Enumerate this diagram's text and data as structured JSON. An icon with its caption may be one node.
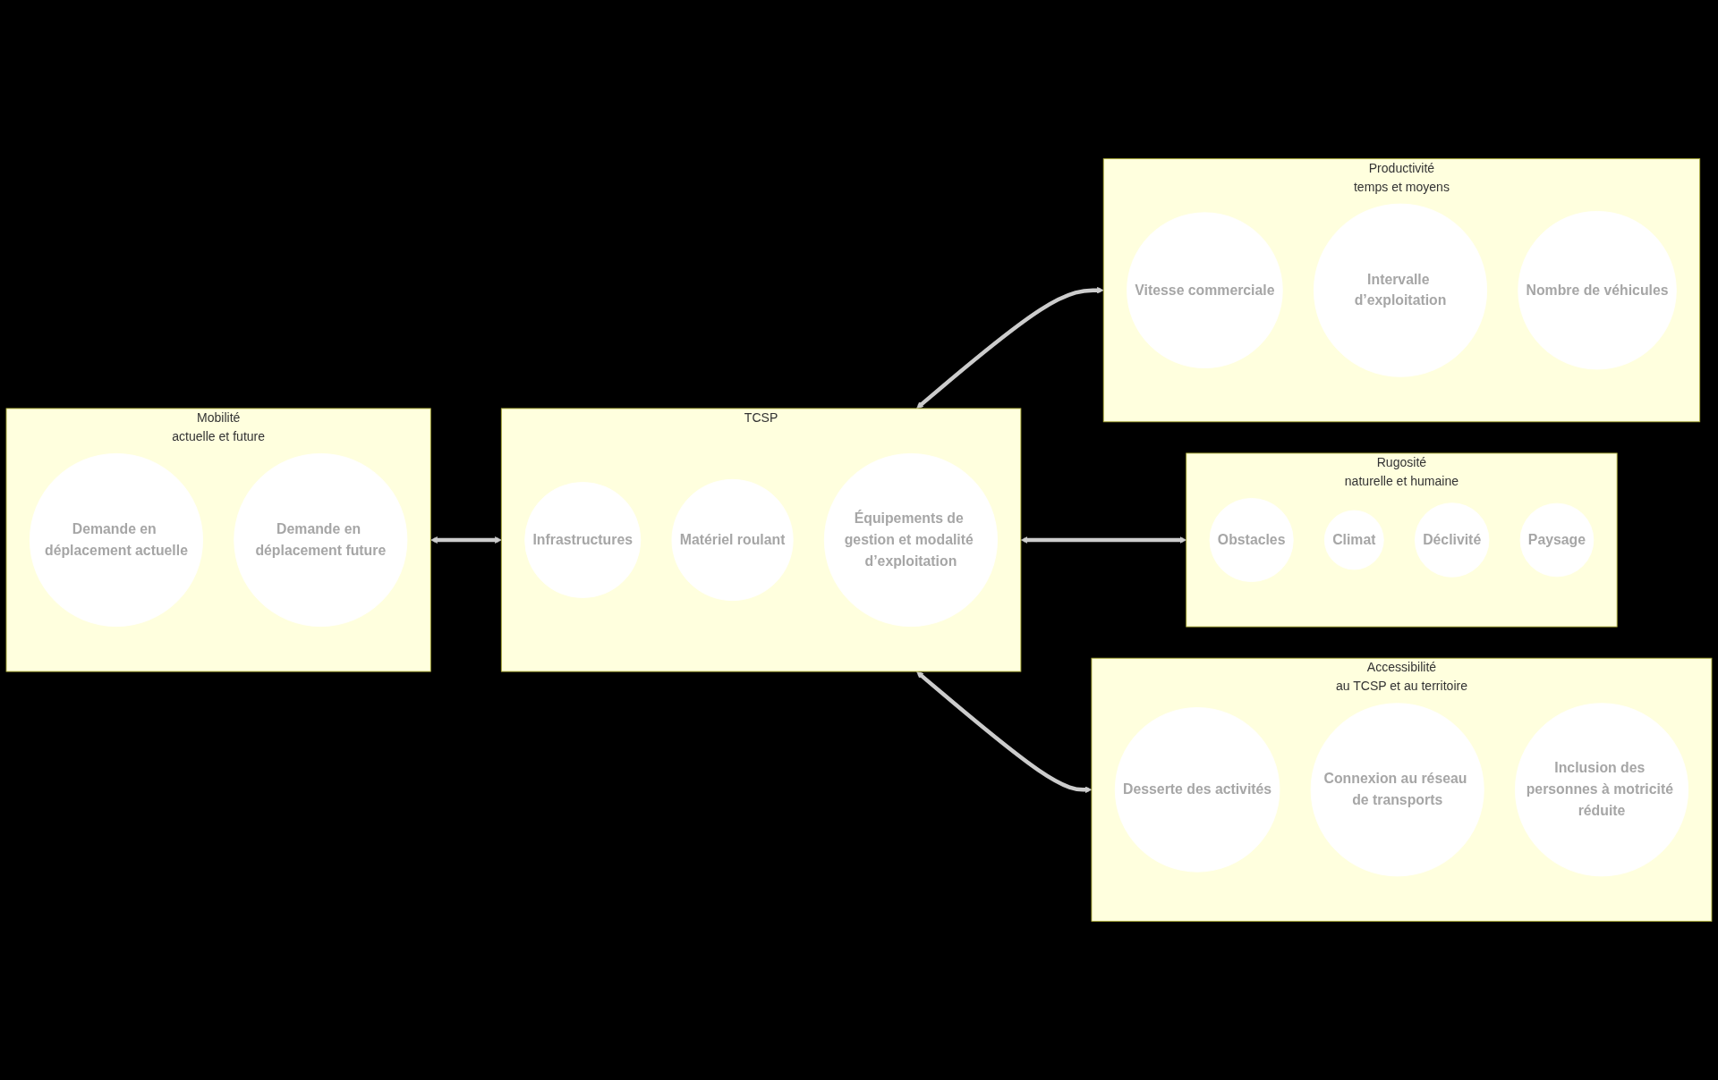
{
  "diagram": {
    "nodes": [
      {
        "text": [
          "Mobilité",
          "actuelle et future"
        ]
      },
      {
        "text": [
          "Demande en déplacement actuelle"
        ],
        "in": 0
      },
      {
        "text": [
          "Demande en déplacement future"
        ],
        "in": 0
      },
      {
        "text": [
          "TCSP"
        ]
      },
      {
        "text": [
          "Infrastructures"
        ],
        "in": 3
      },
      {
        "text": [
          "Matériel roulant"
        ],
        "in": 3
      },
      {
        "text": [
          "Équipements de gestion et modalité d’exploitation"
        ],
        "in": 3
      },
      {
        "text": [
          "Productivité",
          "temps et moyens"
        ]
      },
      {
        "text": [
          "Vitesse commerciale"
        ],
        "in": 7
      },
      {
        "text": [
          "Intervalle d’exploitation"
        ],
        "in": 7
      },
      {
        "text": [
          "Nombre de véhicules"
        ],
        "in": 7
      },
      {
        "text": [
          "Rugosité",
          "naturelle et humaine"
        ]
      },
      {
        "text": [
          "Obstacles"
        ],
        "in": 11
      },
      {
        "text": [
          "Climat"
        ],
        "in": 11
      },
      {
        "text": [
          "Déclivité"
        ],
        "in": 11
      },
      {
        "text": [
          "Paysage"
        ],
        "in": 11
      },
      {
        "text": [
          "Accessibilité",
          "au TCSP et au territoire"
        ]
      },
      {
        "text": [
          "Desserte des activités"
        ],
        "in": 16
      },
      {
        "text": [
          "Connexion au réseau de transports"
        ],
        "in": 16
      },
      {
        "text": [
          "Inclusion des personnes à motricité réduite"
        ],
        "in": 16
      }
    ],
    "edges": [
      {
        "from": 0,
        "to": 3,
        "arrow": "both"
      },
      {
        "from": 3,
        "to": 7,
        "arrow": "both"
      },
      {
        "from": 3,
        "to": 11,
        "arrow": "both"
      },
      {
        "from": 3,
        "to": 16,
        "arrow": "both"
      }
    ]
  }
}
